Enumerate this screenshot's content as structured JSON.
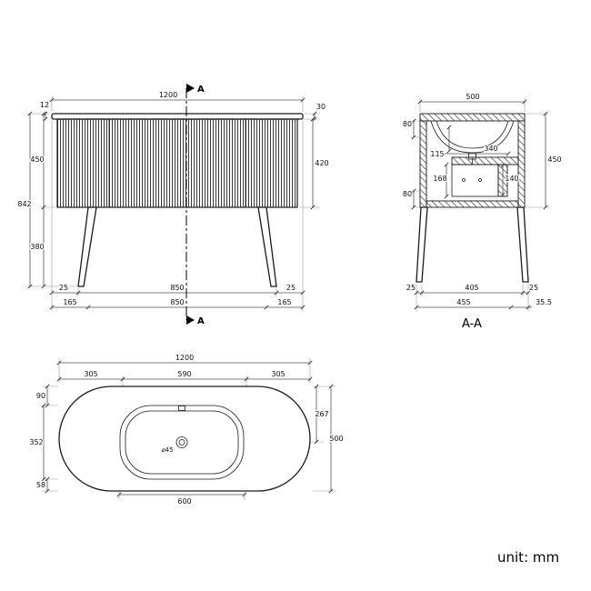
{
  "unit_label": "unit: mm",
  "section": {
    "marker": "A",
    "title": "A-A"
  },
  "front_view": {
    "width": "1200",
    "counter_thickness": "12",
    "overhang": "30",
    "body_height": "450",
    "panel_height": "420",
    "total_height": "842",
    "leg_height": "380",
    "leg_row": [
      "25",
      "850",
      "25"
    ],
    "base_row": [
      "165",
      "850",
      "165"
    ]
  },
  "section_view": {
    "width": "500",
    "rim_depth": "80",
    "basin_depth": "115",
    "basin_width": "340",
    "drawer_height": "168",
    "drawer_width": "140",
    "base_depth": "80",
    "height": "450",
    "leg_row": [
      "25",
      "405",
      "25"
    ],
    "base_row": [
      "455",
      "35.5"
    ]
  },
  "plan_view": {
    "width": "1200",
    "top_row": [
      "305",
      "590",
      "305"
    ],
    "edge_to_sink": "90",
    "sink_length": "352",
    "sink_to_edge": "58",
    "edge_to_drain": "267",
    "depth": "500",
    "bottom_width": "600",
    "drain_diameter": "⌀45"
  }
}
